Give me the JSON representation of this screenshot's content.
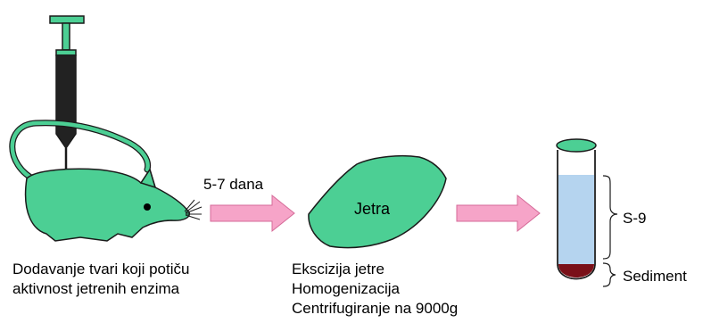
{
  "diagram": {
    "rat_caption_lines": [
      "Dodavanje tvari koji potiču",
      "aktivnost jetrenih enzima"
    ],
    "arrow_label": "5-7 dana",
    "liver_label": "Jetra",
    "process_steps": [
      "Ekscizija jetre",
      "Homogenizacija",
      "Centrifugiranje na 9000g"
    ],
    "tube_labels": {
      "supernatant": "S-9",
      "pellet": "Sediment"
    }
  },
  "colors": {
    "green": "#4ccf94",
    "outline": "#1a1a1a",
    "arrow_fill": "#f6a4c8",
    "arrow_stroke": "#d56a98",
    "syringe_dark": "#222222",
    "supernatant": "#b5d4ef",
    "pellet": "#7a1018",
    "tube_glass": "#ffffff"
  }
}
